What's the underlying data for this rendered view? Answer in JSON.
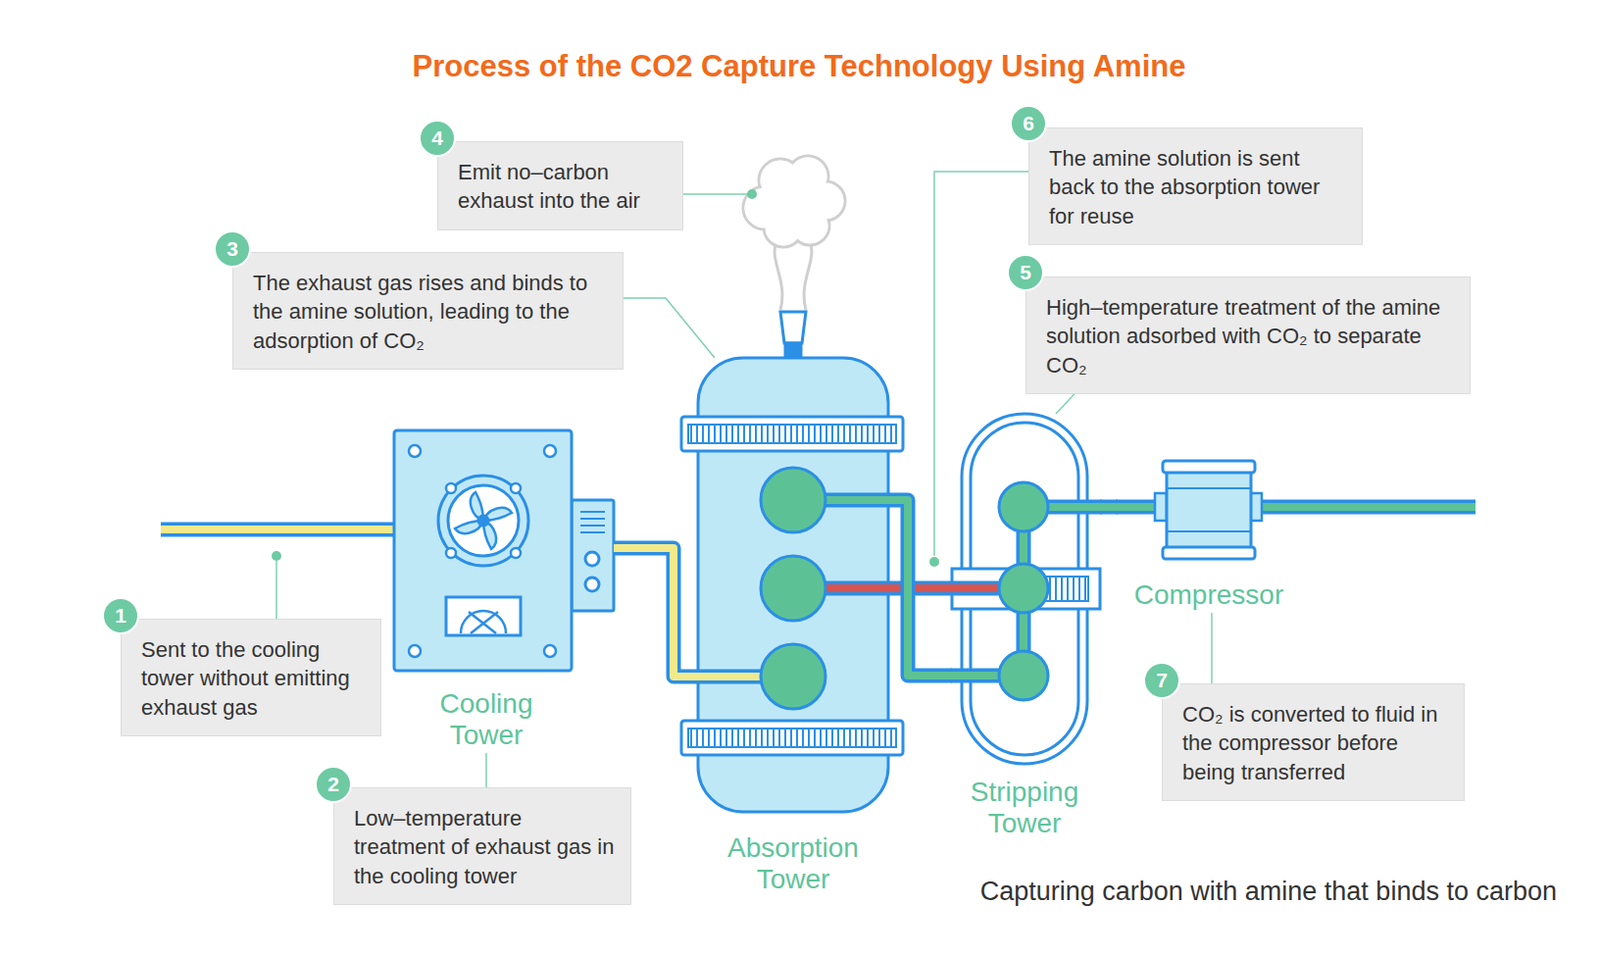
{
  "diagram": {
    "title": "Process of the CO2 Capture Technology Using Amine",
    "caption": "Capturing carbon with amine that binds to carbon",
    "nodes": [
      {
        "text": [
          "Emit no–carbon exhaust into the air"
        ]
      },
      {
        "text": [
          "The amine solution is sent back to the absorption tower for reuse"
        ]
      },
      {
        "text": [
          "The exhaust gas rises and binds to the amine solution, leading to the adsorption of CO₂"
        ]
      },
      {
        "text": [
          "High–temperature treatment of the amine solution adsorbed with CO₂ to separate CO₂"
        ]
      },
      {
        "text": [
          "Cooling Tower"
        ]
      },
      {
        "text": [
          "Absorption Tower"
        ]
      },
      {
        "text": [
          "Stripping Tower"
        ]
      },
      {
        "text": [
          "Compressor"
        ]
      },
      {
        "text": [
          "Sent to the cooling tower without emitting exhaust gas"
        ]
      },
      {
        "text": [
          "Low–temperature treatment of exhaust gas in the cooling tower"
        ]
      },
      {
        "text": [
          "CO₂ is converted to fluid in the compressor before being transferred"
        ]
      }
    ],
    "edges": [
      {
        "from": 4,
        "to": 5,
        "arrow": "none"
      },
      {
        "from": 5,
        "to": 6,
        "arrow": "none"
      },
      {
        "from": 6,
        "to": 5,
        "arrow": "none"
      },
      {
        "from": 6,
        "to": 7,
        "arrow": "none"
      },
      {
        "from": 9,
        "to": 4,
        "arrow": "none"
      },
      {
        "from": 2,
        "to": 5,
        "arrow": "none"
      },
      {
        "from": 3,
        "to": 6,
        "arrow": "none"
      },
      {
        "from": 10,
        "to": 7,
        "arrow": "none"
      }
    ],
    "labels": [
      "4",
      "6",
      "3",
      "5",
      "1",
      "2",
      "7"
    ]
  }
}
